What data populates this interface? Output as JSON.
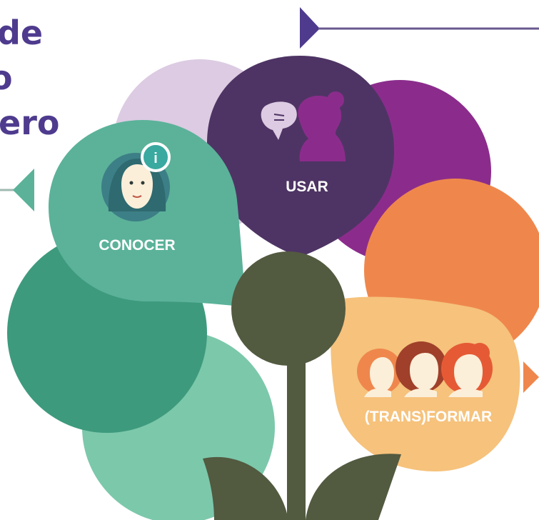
{
  "title": {
    "line1": "de",
    "line2": "o",
    "line3": "ero"
  },
  "petals": {
    "conocer": {
      "label": "CONOCER",
      "color": "#5bb299"
    },
    "usar": {
      "label": "USAR",
      "color": "#4e3464"
    },
    "transformar": {
      "label": "(TRANS)FORMAR",
      "color": "#f6c27c"
    }
  },
  "colors": {
    "title": "#4e3b8e",
    "lilac_petal": "#dccbe2",
    "magenta_petal": "#8b2c8c",
    "orange_petal": "#ef874d",
    "light_orange_petal": "#f6c27c",
    "dark_teal_petal": "#3e9a7d",
    "mint_petal": "#7cc8ab",
    "flower_center": "#525a40",
    "info_badge": "#3aa9a0"
  },
  "icons": {
    "conocer": "woman-info-icon",
    "usar": "woman-speaking-icon",
    "transformar": "three-women-icon"
  }
}
